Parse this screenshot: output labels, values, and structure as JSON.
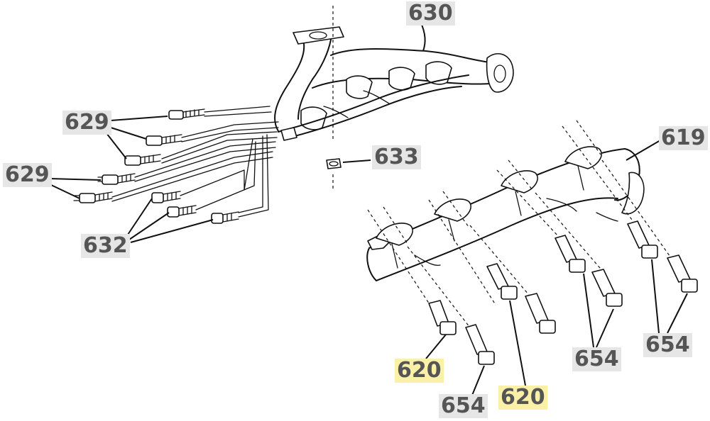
{
  "callouts": {
    "c630": "630",
    "c629a": "629",
    "c629b": "629",
    "c633": "633",
    "c619": "619",
    "c632": "632",
    "c654a": "654",
    "c654b": "654",
    "c654c": "654",
    "c620a": "620",
    "c620b": "620"
  },
  "colors": {
    "label_bg": "#e6e6e6",
    "highlight_bg": "#fbf0a8",
    "label_text": "#555555",
    "line": "#111111"
  }
}
